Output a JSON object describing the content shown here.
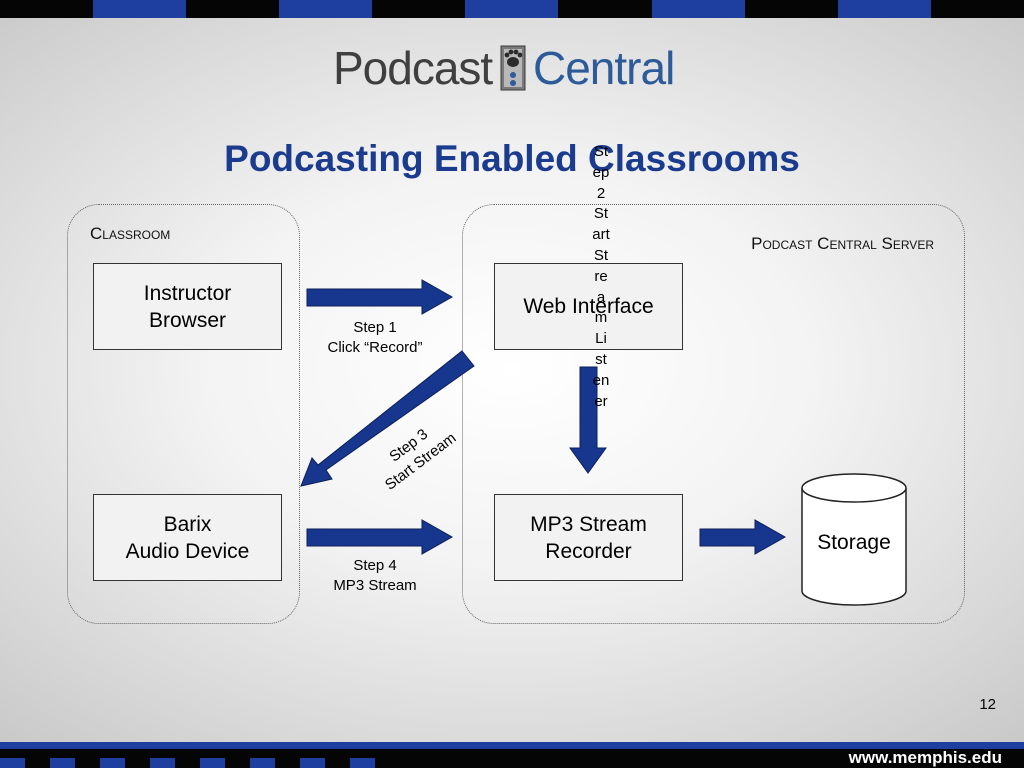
{
  "colors": {
    "navy": "#1b3b8e",
    "bar_blue": "#1f3fa0",
    "arrow_fill": "#17378f",
    "checker_black": "#050505"
  },
  "logo": {
    "word1": "Podcast",
    "word2": "Central",
    "badge_icon": "pawprint-badge-icon"
  },
  "title": "Podcasting Enabled Classrooms",
  "regions": {
    "classroom": "Classroom",
    "server": "Podcast Central Server"
  },
  "boxes": {
    "instructor": {
      "line1": "Instructor",
      "line2": "Browser"
    },
    "web": {
      "line1": "Web Interface"
    },
    "barix": {
      "line1": "Barix",
      "line2": "Audio Device"
    },
    "mp3": {
      "line1": "MP3 Stream",
      "line2": "Recorder"
    },
    "storage": "Storage"
  },
  "steps": {
    "step1": {
      "line1": "Step 1",
      "line2": "Click “Record”"
    },
    "step2": "Step 2 Start Stream Listener",
    "step3": {
      "line1": "Step 3",
      "line2": "Start Stream"
    },
    "step4": {
      "line1": "Step 4",
      "line2": "MP3 Stream"
    }
  },
  "page_number": "12",
  "footer_url": "www.memphis.edu"
}
